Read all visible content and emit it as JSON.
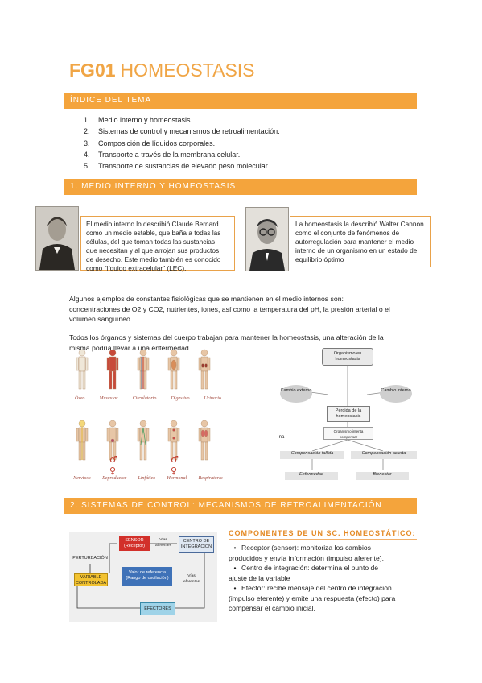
{
  "title": {
    "code": "FG01",
    "name": "HOMEOSTASIS"
  },
  "sections": {
    "index": "ÍNDICE DEL TEMA",
    "s1": "1. MEDIO INTERNO Y HOMEOSTASIS",
    "s2": "2. SISTEMAS DE CONTROL: MECANISMOS DE RETROALIMENTACIÓN"
  },
  "index_items": [
    {
      "num": "1.",
      "text": "Medio interno y homeostasis."
    },
    {
      "num": "2.",
      "text": "Sistemas de control y mecanismos de retroalimentación."
    },
    {
      "num": "3.",
      "text": "Composición de líquidos corporales."
    },
    {
      "num": "4.",
      "text": "Transporte a través de la membrana celular."
    },
    {
      "num": "5.",
      "text": "Transporte de sustancias de elevado peso molecular."
    }
  ],
  "bernard": {
    "lines": [
      "El medio interno lo describió Claude Bernard",
      "como un medio estable, que baña a todas las",
      "células, del que toman todas las sustancias",
      "que necesitan y al que arrojan sus productos",
      "de desecho. Este medio también es conocido",
      "como \"líquido extracelular\" (LEC)."
    ]
  },
  "cannon": {
    "lines": [
      "La homeostasis la describió Walter Cannon",
      "como el conjunto de fenómenos de",
      "autorregulación para mantener el medio",
      "interno de un organismo en un estado de",
      "equilibrio óptimo"
    ]
  },
  "para1": [
    "Algunos ejemplos de constantes fisiológicas que se mantienen en el medio internos son:",
    "concentraciones de O2 y CO2, nutrientes, iones, así como la temperatura del pH, la presión arterial o el",
    "volumen sanguíneo."
  ],
  "para2": [
    "Todos los órganos y sistemas del cuerpo trabajan para mantener la homeostasis, una alteración de la",
    "misma podría llevar a una enfermedad."
  ],
  "body_systems": {
    "row1": [
      "Óseo",
      "Muscular",
      "Circulatorio",
      "Digestivo",
      "Urinario"
    ],
    "row2": [
      "Nervioso",
      "Reproductor",
      "Linfático",
      "Hormonal",
      "Respiratorio"
    ]
  },
  "homeo_diagram": {
    "top": "Organismo en homeostasis",
    "left": "Cambio externo",
    "right": "Cambio interno",
    "loss": "Pérdida de la homeostasis",
    "compensate": "Organismo intenta compensar",
    "fail": "Compensación fallida",
    "success": "Compensación acierta",
    "disease": "Enfermedad",
    "wellbeing": "Bienestar",
    "side": "na"
  },
  "feedback": {
    "sensor": "SENSOR (Receptor)",
    "vias_aferentes": "Vías aferentes",
    "centro": "CENTRO DE INTEGRACIÓN",
    "perturbacion": "PERTURBACIÓN",
    "variable": "VARIABLE CONTROLADA",
    "referencia": "Valor de referencia (Rango de oscilación)",
    "vias_eferentes": "Vías eferentes",
    "efectores": "EFECTORES"
  },
  "components": {
    "title": "COMPONENTES DE UN SC. HOMEOSTÁTICO:",
    "items": [
      [
        "Receptor (sensor): monitoriza los cambios",
        "producidos y envía información (impulso aferente)."
      ],
      [
        "Centro de integración: determina el punto de",
        "ajuste de la variable"
      ],
      [
        "Efector: recibe mensaje del centro de integración",
        "(impulso eferente) y emite una respuesta (efecto) para",
        "compensar el cambio inicial."
      ]
    ]
  },
  "colors": {
    "accent": "#f4a43c",
    "title": "#f0a545",
    "border": "#e9a24a"
  }
}
